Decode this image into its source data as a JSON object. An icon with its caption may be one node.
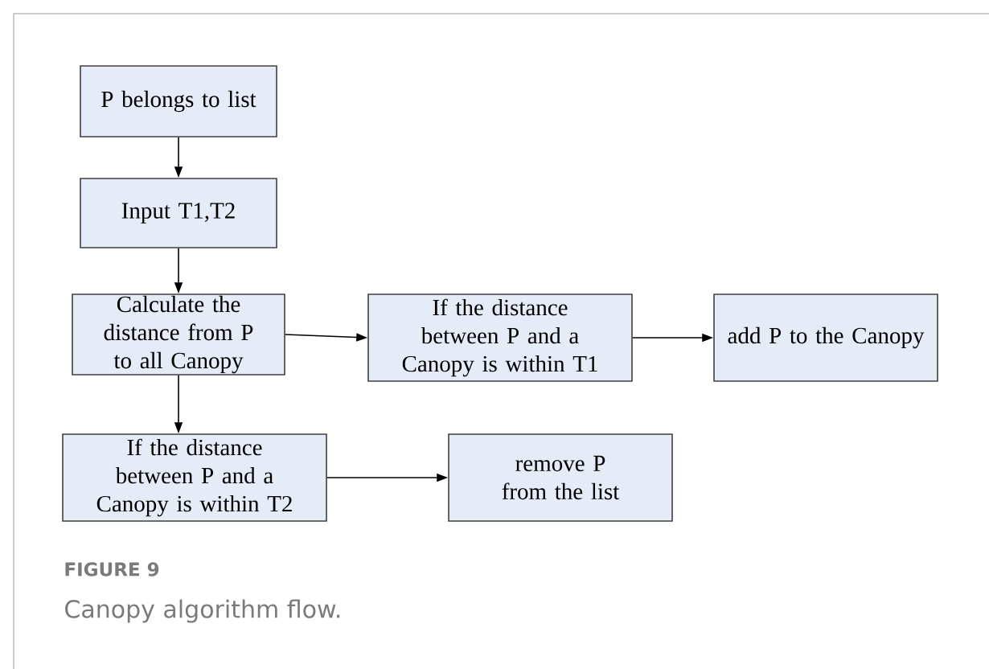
{
  "diagram": {
    "caption": "Canopy algorithm flow.",
    "nodes": [
      {
        "text": [
          "P belongs to list"
        ]
      },
      {
        "text": [
          "Input T1,T2"
        ]
      },
      {
        "text": [
          "Calculate the distance from P to all Canopy"
        ]
      },
      {
        "text": [
          "If the distance between P and a Canopy is within T1"
        ]
      },
      {
        "text": [
          "add P to the Canopy"
        ]
      },
      {
        "text": [
          "If the distance between P and a Canopy is within T2"
        ]
      },
      {
        "text": [
          "remove P from the list"
        ]
      }
    ],
    "edges": [
      {
        "from": 0,
        "to": 1,
        "arrow": "to"
      },
      {
        "from": 1,
        "to": 2,
        "arrow": "to"
      },
      {
        "from": 2,
        "to": 3,
        "arrow": "to"
      },
      {
        "from": 3,
        "to": 4,
        "arrow": "to"
      },
      {
        "from": 2,
        "to": 5,
        "arrow": "to"
      },
      {
        "from": 5,
        "to": 6,
        "arrow": "to"
      }
    ],
    "labels": [
      "FIGURE 9"
    ]
  }
}
